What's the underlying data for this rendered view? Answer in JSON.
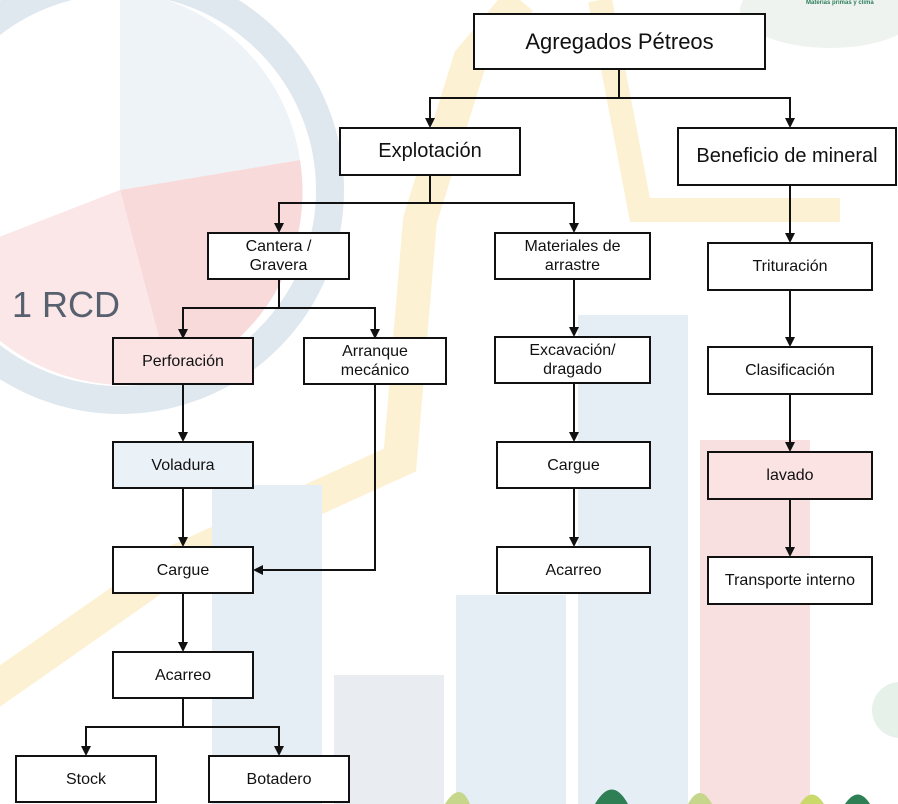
{
  "side_label": "1 RCD",
  "logo_caption": "Materias primas y clima",
  "nodes": {
    "root": "Agregados Pétreos",
    "explotacion": "Explotación",
    "beneficio": "Beneficio de mineral",
    "cantera": "Cantera /\nGravera",
    "materiales": "Materiales de\narrastre",
    "perforacion": "Perforación",
    "arranque": "Arranque\nmecánico",
    "voladura": "Voladura",
    "cargue_left": "Cargue",
    "acarreo_left": "Acarreo",
    "stock": "Stock",
    "botadero": "Botadero",
    "excavacion": "Excavación/\ndragado",
    "cargue_mid": "Cargue",
    "acarreo_mid": "Acarreo",
    "trituracion": "Trituración",
    "clasificacion": "Clasificación",
    "lavado": "lavado",
    "transporte": "Transporte interno"
  }
}
